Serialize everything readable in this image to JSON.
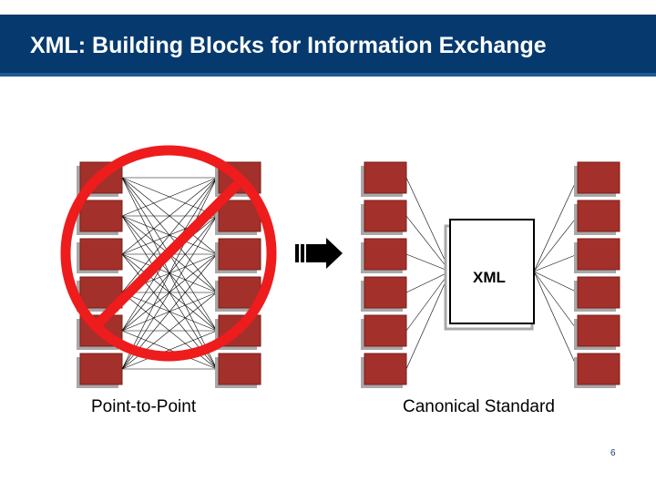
{
  "slide": {
    "title": "XML: Building Blocks for Information Exchange",
    "page_number": "6"
  },
  "diagram": {
    "left": {
      "label": "Point-to-Point",
      "blocks_per_column": 6,
      "crossed_out": true
    },
    "right": {
      "label": "Canonical Standard",
      "hub_label": "XML",
      "blocks_per_column": 6
    },
    "colors": {
      "block_fill": "#a3302a",
      "block_shadow": "#a8a8a8",
      "prohibition": "#ee1c1c",
      "title_bar": "#063a6e",
      "arrow": "#000000"
    }
  }
}
